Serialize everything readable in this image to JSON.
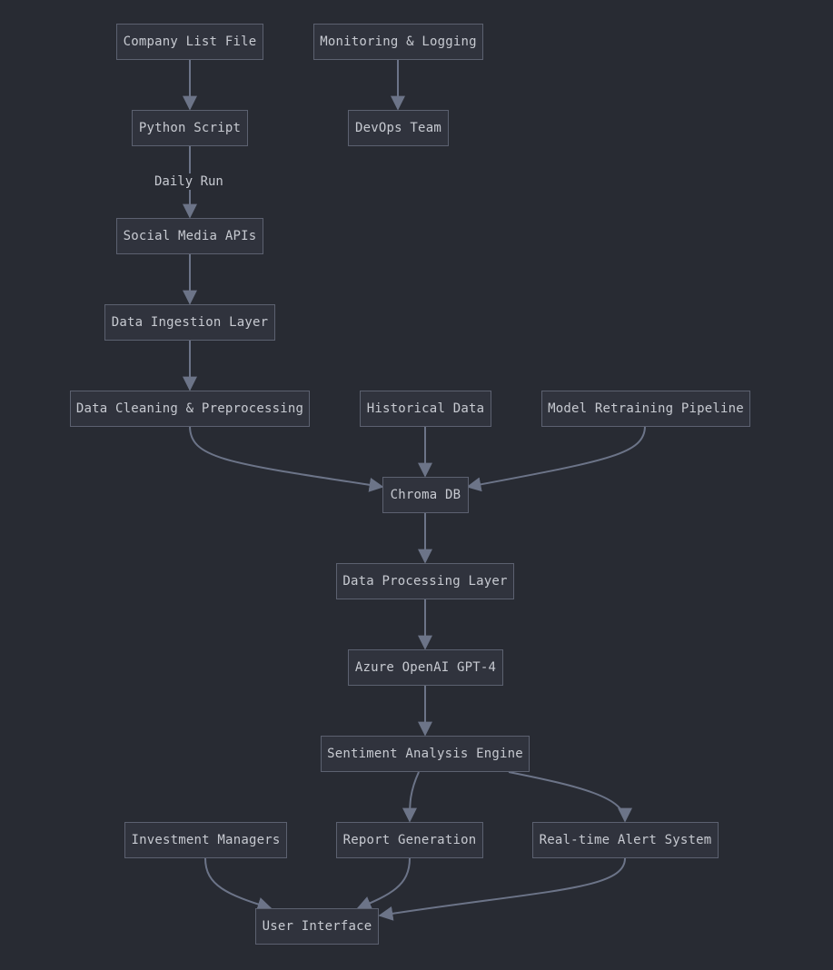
{
  "colors": {
    "background": "#282b33",
    "node_fill": "#30333d",
    "node_border": "#5c6170",
    "edge": "#6c7488",
    "text": "#c7cad1"
  },
  "nodes": {
    "company_list": "Company List File",
    "monitoring": "Monitoring & Logging",
    "python_script": "Python Script",
    "devops": "DevOps Team",
    "social_apis": "Social Media APIs",
    "ingestion": "Data Ingestion Layer",
    "cleaning": "Data Cleaning & Preprocessing",
    "historical": "Historical Data",
    "retraining": "Model Retraining Pipeline",
    "chroma": "Chroma DB",
    "processing": "Data Processing Layer",
    "azure": "Azure OpenAI GPT-4",
    "sentiment": "Sentiment Analysis Engine",
    "investment": "Investment Managers",
    "report": "Report Generation",
    "alert": "Real-time Alert System",
    "ui": "User Interface"
  },
  "edges": [
    {
      "from": "company_list",
      "to": "python_script",
      "label": ""
    },
    {
      "from": "monitoring",
      "to": "devops",
      "label": ""
    },
    {
      "from": "python_script",
      "to": "social_apis",
      "label": "Daily Run"
    },
    {
      "from": "social_apis",
      "to": "ingestion",
      "label": ""
    },
    {
      "from": "ingestion",
      "to": "cleaning",
      "label": ""
    },
    {
      "from": "cleaning",
      "to": "chroma",
      "label": ""
    },
    {
      "from": "historical",
      "to": "chroma",
      "label": ""
    },
    {
      "from": "retraining",
      "to": "chroma",
      "label": ""
    },
    {
      "from": "chroma",
      "to": "processing",
      "label": ""
    },
    {
      "from": "processing",
      "to": "azure",
      "label": ""
    },
    {
      "from": "azure",
      "to": "sentiment",
      "label": ""
    },
    {
      "from": "sentiment",
      "to": "report",
      "label": ""
    },
    {
      "from": "sentiment",
      "to": "alert",
      "label": ""
    },
    {
      "from": "investment",
      "to": "ui",
      "label": ""
    },
    {
      "from": "report",
      "to": "ui",
      "label": ""
    },
    {
      "from": "alert",
      "to": "ui",
      "label": ""
    }
  ]
}
